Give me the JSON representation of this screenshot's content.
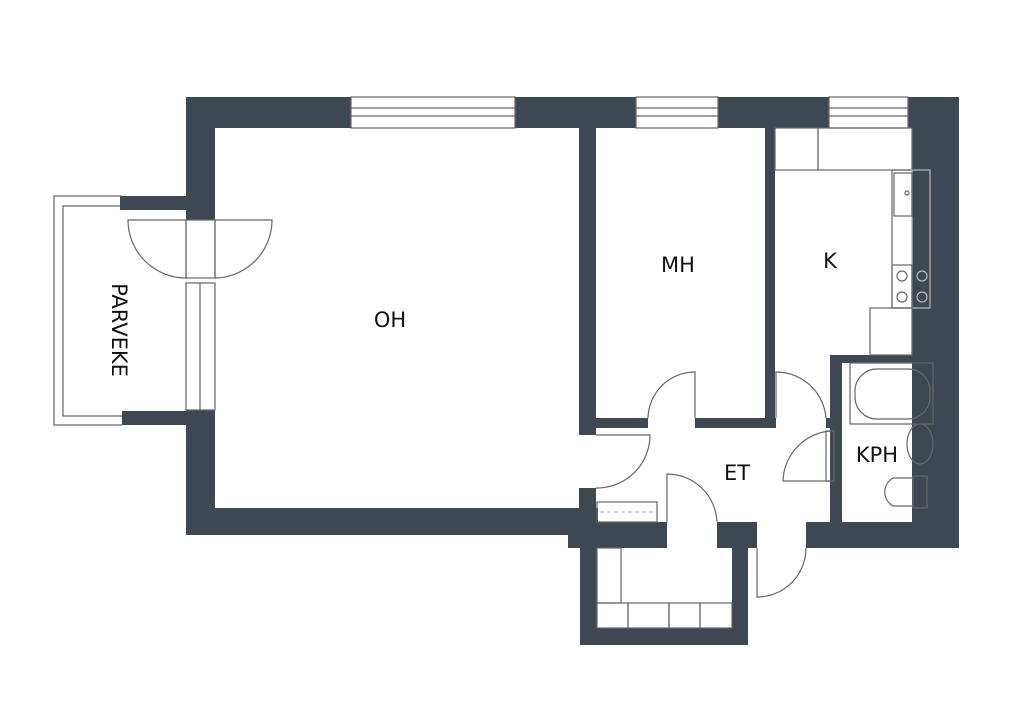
{
  "floor_plan": {
    "rooms": {
      "living_room": "OH",
      "bedroom": "MH",
      "kitchen": "K",
      "bathroom": "KPH",
      "hallway": "ET",
      "balcony": "PARVEKE"
    },
    "wall_color": "#3e4852"
  }
}
